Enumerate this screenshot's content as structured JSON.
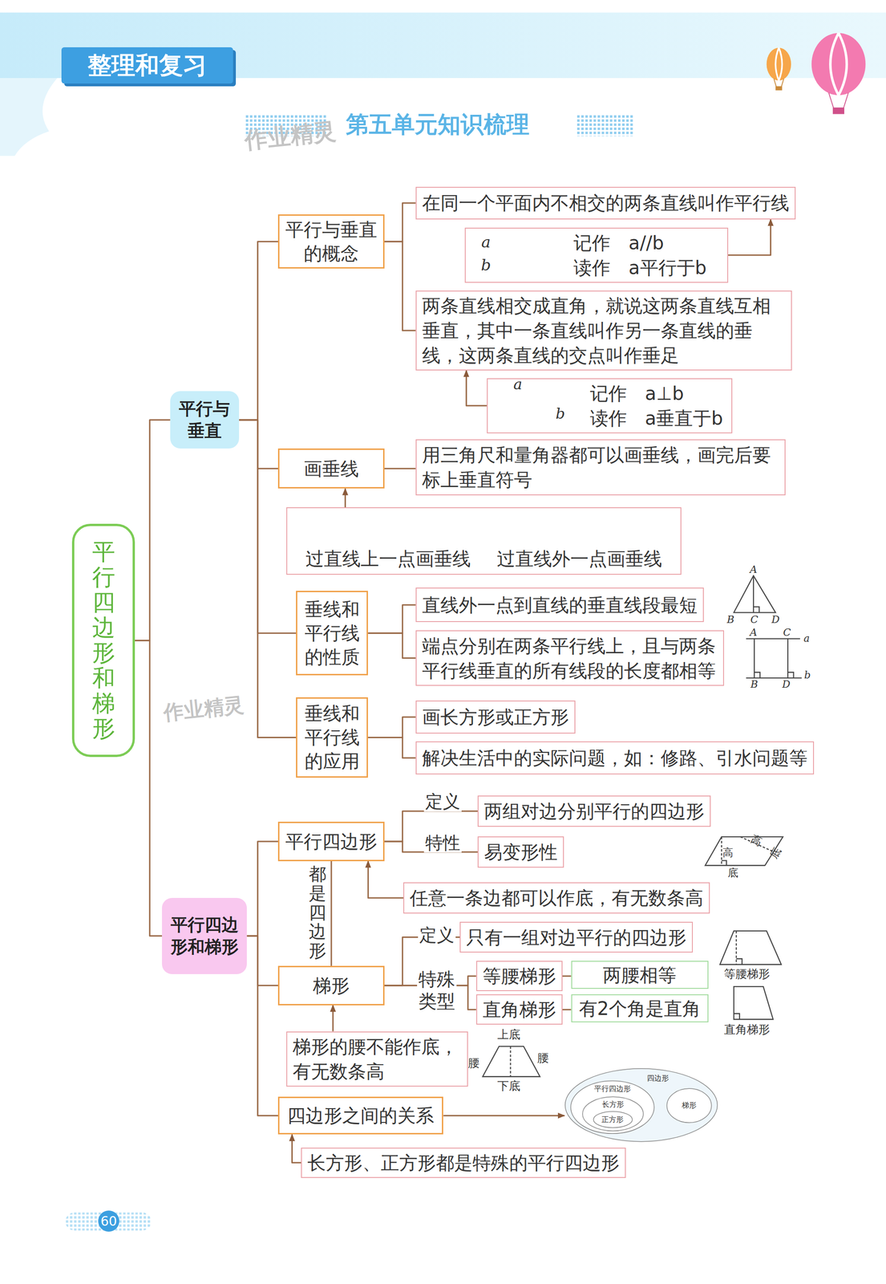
{
  "diagram": {
    "title": "第五单元知识梳理",
    "nodes": [
      {
        "text": [
          "整理和复习"
        ]
      },
      {
        "text": [
          "平行四边形和梯形"
        ]
      },
      {
        "text": [
          "平行与垂直"
        ]
      },
      {
        "text": [
          "平行与垂直的概念"
        ]
      },
      {
        "text": [
          "在同一个平面内不相交的两条直线叫作平行线"
        ]
      },
      {
        "text": [
          "记作　a//b",
          "读作　a平行于b"
        ]
      },
      {
        "text": [
          "两条直线相交成直角，就说这两条直线互相垂直，其中一条直线叫作另一条直线的垂线，这两条直线的交点叫作垂足"
        ]
      },
      {
        "text": [
          "记作　a⊥b",
          "读作　a垂直于b"
        ]
      },
      {
        "text": [
          "画垂线"
        ]
      },
      {
        "text": [
          "用三角尺和量角器都可以画垂线，画完后要标上垂直符号"
        ]
      },
      {
        "text": [
          "过直线上一点画垂线",
          "过直线外一点画垂线"
        ]
      },
      {
        "text": [
          "垂线和平行线的性质"
        ]
      },
      {
        "text": [
          "直线外一点到直线的垂直线段最短"
        ]
      },
      {
        "text": [
          "端点分别在两条平行线上，且与两条平行线垂直的所有线段的长度都相等"
        ]
      },
      {
        "text": [
          "垂线和平行线的应用"
        ]
      },
      {
        "text": [
          "画长方形或正方形"
        ]
      },
      {
        "text": [
          "解决生活中的实际问题，如：修路、引水问题等"
        ]
      },
      {
        "text": [
          "平行四边形和梯形"
        ]
      },
      {
        "text": [
          "平行四边形"
        ]
      },
      {
        "text": [
          "两组对边分别平行的四边形"
        ]
      },
      {
        "text": [
          "易变形性"
        ]
      },
      {
        "text": [
          "任意一条边都可以作底，有无数条高"
        ]
      },
      {
        "text": [
          "梯形"
        ]
      },
      {
        "text": [
          "只有一组对边平行的四边形"
        ]
      },
      {
        "text": [
          "等腰梯形"
        ]
      },
      {
        "text": [
          "两腰相等"
        ]
      },
      {
        "text": [
          "直角梯形"
        ]
      },
      {
        "text": [
          "有2个角是直角"
        ]
      },
      {
        "text": [
          "梯形的腰不能作底，有无数条高"
        ]
      },
      {
        "text": [
          "四边形之间的关系"
        ]
      },
      {
        "text": [
          "长方形、正方形都是特殊的平行四边形"
        ]
      },
      {
        "text": [
          "四边形"
        ]
      },
      {
        "text": [
          "平行四边形"
        ],
        "in": 31
      },
      {
        "text": [
          "长方形"
        ],
        "in": 32
      },
      {
        "text": [
          "正方形"
        ],
        "in": 33
      },
      {
        "text": [
          "梯形"
        ],
        "in": 31
      },
      {
        "text": [
          "60"
        ]
      }
    ],
    "edges": [
      {
        "from": 1,
        "to": 2,
        "arrow": "none"
      },
      {
        "from": 1,
        "to": 17,
        "arrow": "none"
      },
      {
        "from": 2,
        "to": 3,
        "arrow": "none"
      },
      {
        "from": 2,
        "to": 8,
        "arrow": "none"
      },
      {
        "from": 2,
        "to": 11,
        "arrow": "none"
      },
      {
        "from": 2,
        "to": 14,
        "arrow": "none"
      },
      {
        "from": 3,
        "to": 4,
        "arrow": "none"
      },
      {
        "from": 3,
        "to": 6,
        "arrow": "none"
      },
      {
        "from": 5,
        "to": 4,
        "arrow": "to"
      },
      {
        "from": 7,
        "to": 6,
        "arrow": "to"
      },
      {
        "from": 8,
        "to": 9,
        "arrow": "none"
      },
      {
        "from": 10,
        "to": 8,
        "arrow": "to"
      },
      {
        "from": 11,
        "to": 12,
        "arrow": "none"
      },
      {
        "from": 11,
        "to": 13,
        "arrow": "none"
      },
      {
        "from": 14,
        "to": 15,
        "arrow": "none"
      },
      {
        "from": 14,
        "to": 16,
        "arrow": "none"
      },
      {
        "from": 17,
        "to": 18,
        "arrow": "none"
      },
      {
        "from": 17,
        "to": 22,
        "arrow": "none"
      },
      {
        "from": 17,
        "to": 29,
        "arrow": "none"
      },
      {
        "from": 18,
        "to": 19,
        "label": "定义",
        "arrow": "none"
      },
      {
        "from": 18,
        "to": 20,
        "label": "特性",
        "arrow": "none"
      },
      {
        "from": 21,
        "to": 18,
        "arrow": "to"
      },
      {
        "from": 18,
        "to": 22,
        "label": "都是四边形",
        "arrow": "none"
      },
      {
        "from": 22,
        "to": 23,
        "label": "定义",
        "arrow": "none"
      },
      {
        "from": 22,
        "to": 24,
        "arrow": "none"
      },
      {
        "from": 22,
        "to": 26,
        "arrow": "none"
      },
      {
        "from": 24,
        "to": 25,
        "arrow": "none"
      },
      {
        "from": 26,
        "to": 27,
        "arrow": "none"
      },
      {
        "from": 28,
        "to": 22,
        "arrow": "to"
      },
      {
        "from": 29,
        "to": 31,
        "arrow": "to"
      },
      {
        "from": 30,
        "to": 29,
        "arrow": "to"
      }
    ],
    "labels": [
      "作业精灵",
      "作业精灵",
      "a",
      "b",
      "a",
      "b",
      "A",
      "B",
      "C",
      "D",
      "A",
      "C",
      "a",
      "B",
      "D",
      "b",
      "高",
      "底",
      "高",
      "底",
      "等腰梯形",
      "直角梯形",
      "上底",
      "腰",
      "腰",
      "下底",
      "特殊类型"
    ]
  }
}
